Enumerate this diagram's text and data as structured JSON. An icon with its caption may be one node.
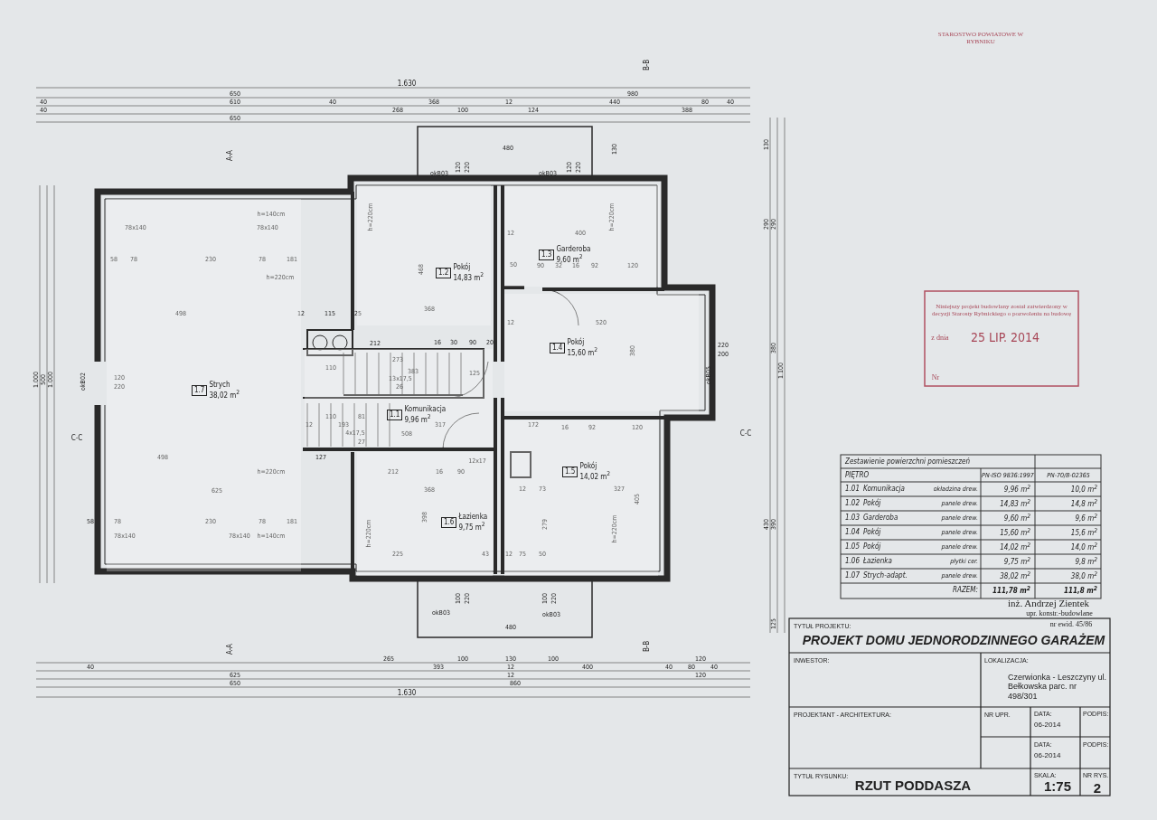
{
  "diagram": {
    "nodes": [
      {
        "text": [
          "1.1",
          "Komunikacja",
          "9,96 m$^{2}$"
        ]
      },
      {
        "text": [
          "1.2",
          "Pokój",
          "14,83 m$^{2}$"
        ]
      },
      {
        "text": [
          "1.3",
          "Garderoba",
          "9,60 m$^{2}$"
        ]
      },
      {
        "text": [
          "1.4",
          "Pokój",
          "15,60 m$^{2}$"
        ]
      },
      {
        "text": [
          "1.5",
          "Pokój",
          "14,02 m$^{2}$"
        ]
      },
      {
        "text": [
          "1.6",
          "Łazienka",
          "9,75 m$^{2}$"
        ]
      },
      {
        "text": [
          "1.7",
          "Strych",
          "38,02 m$^{2}$"
        ]
      }
    ],
    "labels": [
      "1.630",
      "650",
      "980",
      "40",
      "610",
      "40",
      "368",
      "12",
      "440",
      "80",
      "40",
      "40",
      "268",
      "100",
      "124",
      "388",
      "650",
      "B-B",
      "A-A",
      "okB03",
      "120",
      "220",
      "480",
      "okB03",
      "120",
      "220",
      "130",
      "h=140cm",
      "78x140",
      "78x140",
      "h=220cm",
      "12",
      "400",
      "h=220cm",
      "58",
      "78",
      "230",
      "78",
      "181",
      "50",
      "90",
      "32",
      "16",
      "92",
      "120",
      "468",
      "h=220cm",
      "368",
      "498",
      "12",
      "115",
      "25",
      "12",
      "520",
      "212",
      "16",
      "30",
      "90",
      "20",
      "220",
      "200",
      "380",
      "273",
      "110",
      "383",
      "125",
      "okB05",
      "13x17,5",
      "okB02",
      "26",
      "120",
      "220",
      "110",
      "81",
      "12",
      "193",
      "317",
      "172",
      "16",
      "92",
      "120",
      "4x17,5",
      "508",
      "C-C",
      "C-C",
      "27",
      "498",
      "127",
      "12x17",
      "h=220cm",
      "212",
      "16",
      "90",
      "625",
      "368",
      "12",
      "73",
      "327",
      "405",
      "398",
      "58",
      "78",
      "230",
      "78",
      "181",
      "h=220cm",
      "279",
      "h=220cm",
      "78x140",
      "78x140",
      "h=140cm",
      "225",
      "43",
      "12",
      "75",
      "50",
      "100",
      "220",
      "100",
      "220",
      "okB03",
      "okB03",
      "480",
      "A-A",
      "B-B",
      "265",
      "100",
      "130",
      "100",
      "120",
      "40",
      "393",
      "12",
      "400",
      "40",
      "80",
      "40",
      "625",
      "12",
      "120",
      "650",
      "860",
      "1.630",
      "1.000",
      "500",
      "1.000",
      "130",
      "290",
      "290",
      "380",
      "1.100",
      "430",
      "390",
      "125",
      "STAROSTWO POWIATOWE W RYBNIKU",
      "Niniejszy projekt budowlany został zatwierdzony w decyzji Starosty Rybnickiego o pozwoleniu na budowę",
      "z dnia",
      "25 LIP. 2014",
      "Nr",
      "Zestawienie powierzchni pomieszczeń",
      "PIĘTRO",
      "PN-ISO 9836:1997",
      "PN-70/B-02365",
      "1.01",
      "Komunikacja",
      "okładzina drew.",
      "9,96 m$^{2}$",
      "10,0 m$^{2}$",
      "1.02",
      "Pokój",
      "panele drew.",
      "14,83 m$^{2}$",
      "14,8 m$^{2}$",
      "1.03",
      "Garderoba",
      "panele drew.",
      "9,60 m$^{2}$",
      "9,6 m$^{2}$",
      "1.04",
      "Pokój",
      "panele drew.",
      "15,60 m$^{2}$",
      "15,6 m$^{2}$",
      "1.05",
      "Pokój",
      "panele drew.",
      "14,02 m$^{2}$",
      "14,0 m$^{2}$",
      "1.06",
      "Łazienka",
      "płytki cer.",
      "9,75 m$^{2}$",
      "9,8 m$^{2}$",
      "1.07",
      "Strych-adapt.",
      "panele drew.",
      "38,02 m$^{2}$",
      "38,0 m$^{2}$",
      "RAZEM:",
      "111,78 m$^{2}$",
      "111,8 m$^{2}$",
      "inż. Andrzej Zientek",
      "upr. konstr.-budowlane",
      "nr ewid. 45/86",
      "TYTUŁ PROJEKTU:",
      "PROJEKT DOMU JEDNORODZINNEGO GARAŻEM",
      "INWESTOR:",
      "LOKALIZACJA:",
      "Czerwionka - Leszczyny ul. Bełkowska parc. nr 498/301",
      "PROJEKTANT - ARCHITEKTURA:",
      "NR UPR.",
      "DATA:",
      "06-2014",
      "PODPIS:",
      "DATA:",
      "06-2014",
      "PODPIS:",
      "TYTUŁ RYSUNKU:",
      "RZUT PODDASZA",
      "SKALA:",
      "1:75",
      "NR RYS.",
      "2"
    ]
  }
}
